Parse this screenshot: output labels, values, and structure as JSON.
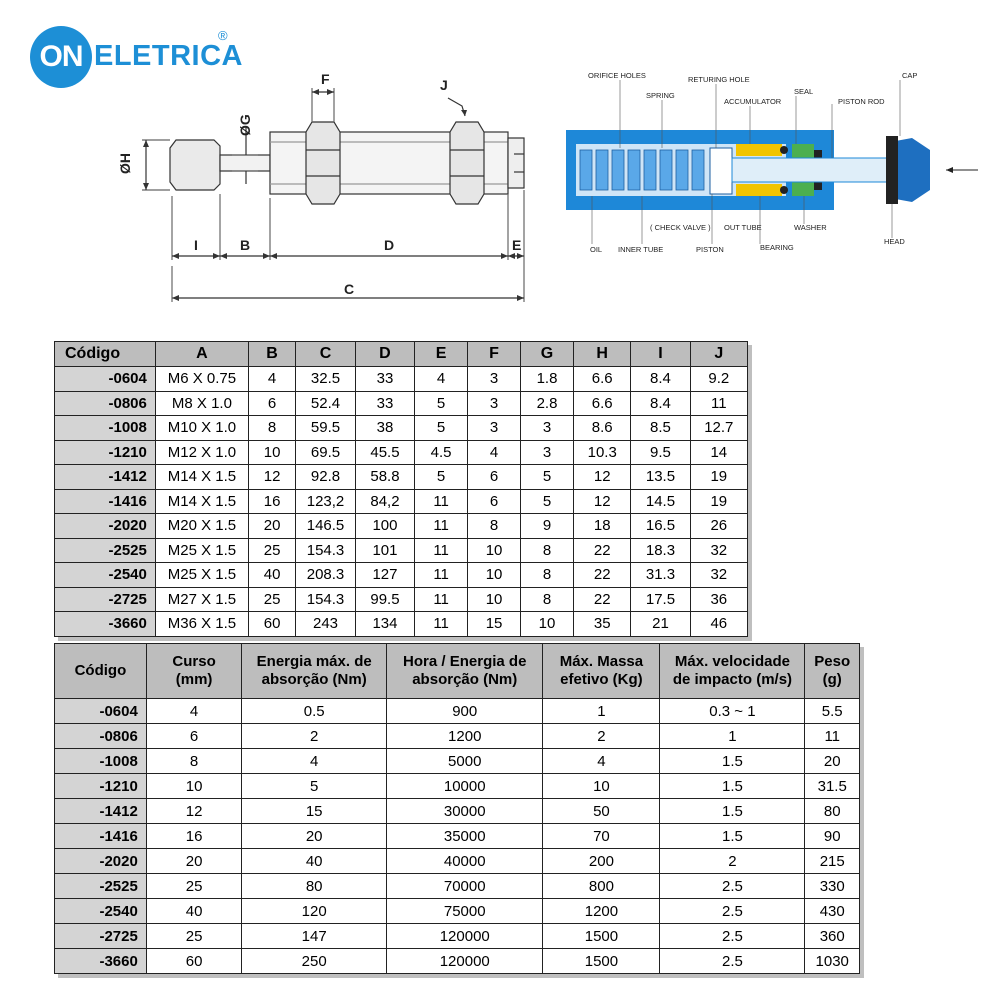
{
  "brand": {
    "on": "ON",
    "word": "ELETRICA",
    "reg": "®"
  },
  "dims": {
    "F": "F",
    "J": "J",
    "G": "ØG",
    "H": "ØH",
    "I": "I",
    "B": "B",
    "D": "D",
    "E": "E",
    "C": "C"
  },
  "parts": {
    "orifice": "ORIFICE HOLES",
    "spring": "SPRING",
    "returing": "RETURING HOLE",
    "accumulator": "ACCUMULATOR",
    "seal": "SEAL",
    "pistonrod": "PISTON ROD",
    "cap": "CAP",
    "checkvalve": "( CHECK VALVE )",
    "outtube": "OUT TUBE",
    "washer": "WASHER",
    "oil": "OIL",
    "innertube": "INNER TUBE",
    "piston": "PISTON",
    "bearing": "BEARING",
    "head": "HEAD"
  },
  "table1": {
    "headers": [
      "Código",
      "A",
      "B",
      "C",
      "D",
      "E",
      "F",
      "G",
      "H",
      "I",
      "J"
    ],
    "rows": [
      [
        "-0604",
        "M6 X 0.75",
        "4",
        "32.5",
        "33",
        "4",
        "3",
        "1.8",
        "6.6",
        "8.4",
        "9.2"
      ],
      [
        "-0806",
        "M8 X 1.0",
        "6",
        "52.4",
        "33",
        "5",
        "3",
        "2.8",
        "6.6",
        "8.4",
        "11"
      ],
      [
        "-1008",
        "M10 X 1.0",
        "8",
        "59.5",
        "38",
        "5",
        "3",
        "3",
        "8.6",
        "8.5",
        "12.7"
      ],
      [
        "-1210",
        "M12 X 1.0",
        "10",
        "69.5",
        "45.5",
        "4.5",
        "4",
        "3",
        "10.3",
        "9.5",
        "14"
      ],
      [
        "-1412",
        "M14 X 1.5",
        "12",
        "92.8",
        "58.8",
        "5",
        "6",
        "5",
        "12",
        "13.5",
        "19"
      ],
      [
        "-1416",
        "M14 X 1.5",
        "16",
        "123,2",
        "84,2",
        "11",
        "6",
        "5",
        "12",
        "14.5",
        "19"
      ],
      [
        "-2020",
        "M20 X 1.5",
        "20",
        "146.5",
        "100",
        "11",
        "8",
        "9",
        "18",
        "16.5",
        "26"
      ],
      [
        "-2525",
        "M25 X 1.5",
        "25",
        "154.3",
        "101",
        "11",
        "10",
        "8",
        "22",
        "18.3",
        "32"
      ],
      [
        "-2540",
        "M25 X 1.5",
        "40",
        "208.3",
        "127",
        "11",
        "10",
        "8",
        "22",
        "31.3",
        "32"
      ],
      [
        "-2725",
        "M27 X 1.5",
        "25",
        "154.3",
        "99.5",
        "11",
        "10",
        "8",
        "22",
        "17.5",
        "36"
      ],
      [
        "-3660",
        "M36 X 1.5",
        "60",
        "243",
        "134",
        "11",
        "15",
        "10",
        "35",
        "21",
        "46"
      ]
    ]
  },
  "table2": {
    "headers": [
      [
        "Código"
      ],
      [
        "Curso",
        "(mm)"
      ],
      [
        "Energia máx. de",
        "absorção (Nm)"
      ],
      [
        "Hora / Energia de",
        "absorção (Nm)"
      ],
      [
        "Máx. Massa",
        "efetivo (Kg)"
      ],
      [
        "Máx. velocidade",
        "de impacto (m/s)"
      ],
      [
        "Peso",
        "(g)"
      ]
    ],
    "rows": [
      [
        "-0604",
        "4",
        "0.5",
        "900",
        "1",
        "0.3 ~ 1",
        "5.5"
      ],
      [
        "-0806",
        "6",
        "2",
        "1200",
        "2",
        "1",
        "11"
      ],
      [
        "-1008",
        "8",
        "4",
        "5000",
        "4",
        "1.5",
        "20"
      ],
      [
        "-1210",
        "10",
        "5",
        "10000",
        "10",
        "1.5",
        "31.5"
      ],
      [
        "-1412",
        "12",
        "15",
        "30000",
        "50",
        "1.5",
        "80"
      ],
      [
        "-1416",
        "16",
        "20",
        "35000",
        "70",
        "1.5",
        "90"
      ],
      [
        "-2020",
        "20",
        "40",
        "40000",
        "200",
        "2",
        "215"
      ],
      [
        "-2525",
        "25",
        "80",
        "70000",
        "800",
        "2.5",
        "330"
      ],
      [
        "-2540",
        "40",
        "120",
        "75000",
        "1200",
        "2.5",
        "430"
      ],
      [
        "-2725",
        "25",
        "147",
        "120000",
        "1500",
        "2.5",
        "360"
      ],
      [
        "-3660",
        "60",
        "250",
        "120000",
        "1500",
        "2.5",
        "1030"
      ]
    ]
  },
  "colors": {
    "brand": "#1d8fd6",
    "header_bg": "#bdbdbd",
    "code_bg": "#d4d4d4",
    "tube_blue": "#1e88d8",
    "spring_blue": "#5aa8e8",
    "accumulator_yellow": "#f2c400",
    "seal_green": "#4caf50"
  }
}
